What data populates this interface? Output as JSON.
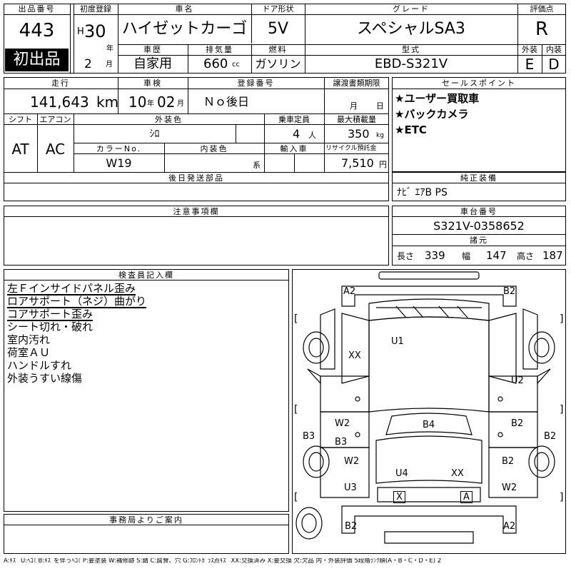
{
  "header": {
    "lot_label": "出品番号",
    "lot_number": "443",
    "first_listing": "初出品",
    "first_reg_label": "初度登録",
    "era": "H",
    "year": "30",
    "year_unit": "年",
    "month": "2",
    "month_unit": "月",
    "car_name_label": "車名",
    "car_name": "ハイゼットカーゴ",
    "door_label": "ドア形状",
    "door": "5V",
    "grade_label": "グレード",
    "grade": "スペシャルSA3",
    "score_label": "評価点",
    "score": "R",
    "history_label": "車歴",
    "history": "自家用",
    "displacement_label": "排気量",
    "displacement": "660",
    "displacement_unit": "cc",
    "fuel_label": "燃料",
    "fuel": "ガソリン",
    "model_label": "型式",
    "model": "EBD-S321V",
    "exterior_label": "外装",
    "exterior_grade": "E",
    "interior_label": "内装",
    "interior_grade": "D"
  },
  "row2": {
    "mileage_label": "走行",
    "mileage": "141,643",
    "mileage_unit": "km",
    "inspection_label": "車検",
    "inspection_year": "10",
    "inspection_year_unit": "年",
    "inspection_month": "02",
    "inspection_month_unit": "月",
    "plate_label": "登録番号",
    "plate": "Ｎｏ後日",
    "transfer_label": "譲渡書類期限",
    "transfer_month_unit": "月",
    "transfer_day_unit": "日",
    "shift_label": "シフト",
    "shift": "AT",
    "ac_label": "エアコン",
    "ac": "AC",
    "color_label": "外装色",
    "color": "ｼﾛ",
    "capacity_label": "乗車定員",
    "capacity": "4",
    "capacity_unit": "人",
    "load_label": "最大積載量",
    "load": "350",
    "load_unit": "kg",
    "color_no_label": "カラーNo.",
    "color_no": "W19",
    "interior_color_label": "内装色",
    "interior_color_unit": "系",
    "import_label": "輸入車",
    "recycle_label": "リサイクル預託金",
    "recycle": "7,510",
    "recycle_unit": "円",
    "later_parts_label": "後日発送部品"
  },
  "sales": {
    "label": "セールスポイント",
    "points": [
      "★ユーザー買取車",
      "★バックカメラ",
      "★ETC"
    ]
  },
  "equipment": {
    "label": "純正装備",
    "value": "ﾅﾋﾞ ｴｱB PS"
  },
  "notice_label": "注意事項欄",
  "chassis": {
    "label": "車台番号",
    "value": "S321V-0358652",
    "dims_label": "諸元",
    "length_label": "長さ",
    "length": "339",
    "width_label": "幅",
    "width": "147",
    "height_label": "高さ",
    "height": "187"
  },
  "inspector": {
    "label": "検査員記入欄",
    "notes": [
      "左Ｆインサイドパネル歪み",
      "ロアサポート（ネジ）曲がり",
      "コアサポート歪み",
      "シート切れ・破れ",
      "室内汚れ",
      "荷室ＡＵ",
      "ハンドルすれ",
      "外装うすい線傷"
    ]
  },
  "office_label": "事務局よりご案内",
  "diagram": {
    "marks": {
      "a2_left": "A2",
      "b2_right_top": "B2",
      "u1": "U1",
      "xx_left": "XX",
      "u2": "U2",
      "b3_left": "B3",
      "w2_a": "W2",
      "b3_b": "B3",
      "b4": "B4",
      "b2_mid": "B2",
      "b2_right": "B2",
      "w2_b": "W2",
      "b2_low": "B2",
      "u4": "U4",
      "xx_right": "XX",
      "u3": "U3",
      "w2_c": "W2",
      "x_box": "X",
      "a_box": "A",
      "b2_bottom": "B2",
      "a2_bottom": "A2"
    },
    "brackets": [
      "[",
      "]",
      "[",
      "]",
      "[",
      "]"
    ]
  },
  "legend": "A:ｷｽﾞ U:ﾍｺﾐ B:ｷｽﾞを伴うﾍｺﾐ P:要塗装 W:補修跡 S:錆 C:腐食、穴 G:ﾌﾛﾝﾄｶﾞﾗｽ点ｷｽﾞ XX:交換済み X:要交換 欠:欠品 内・外装評価 5段階ﾗﾝｸ順(A・B・C・D・E) 2"
}
